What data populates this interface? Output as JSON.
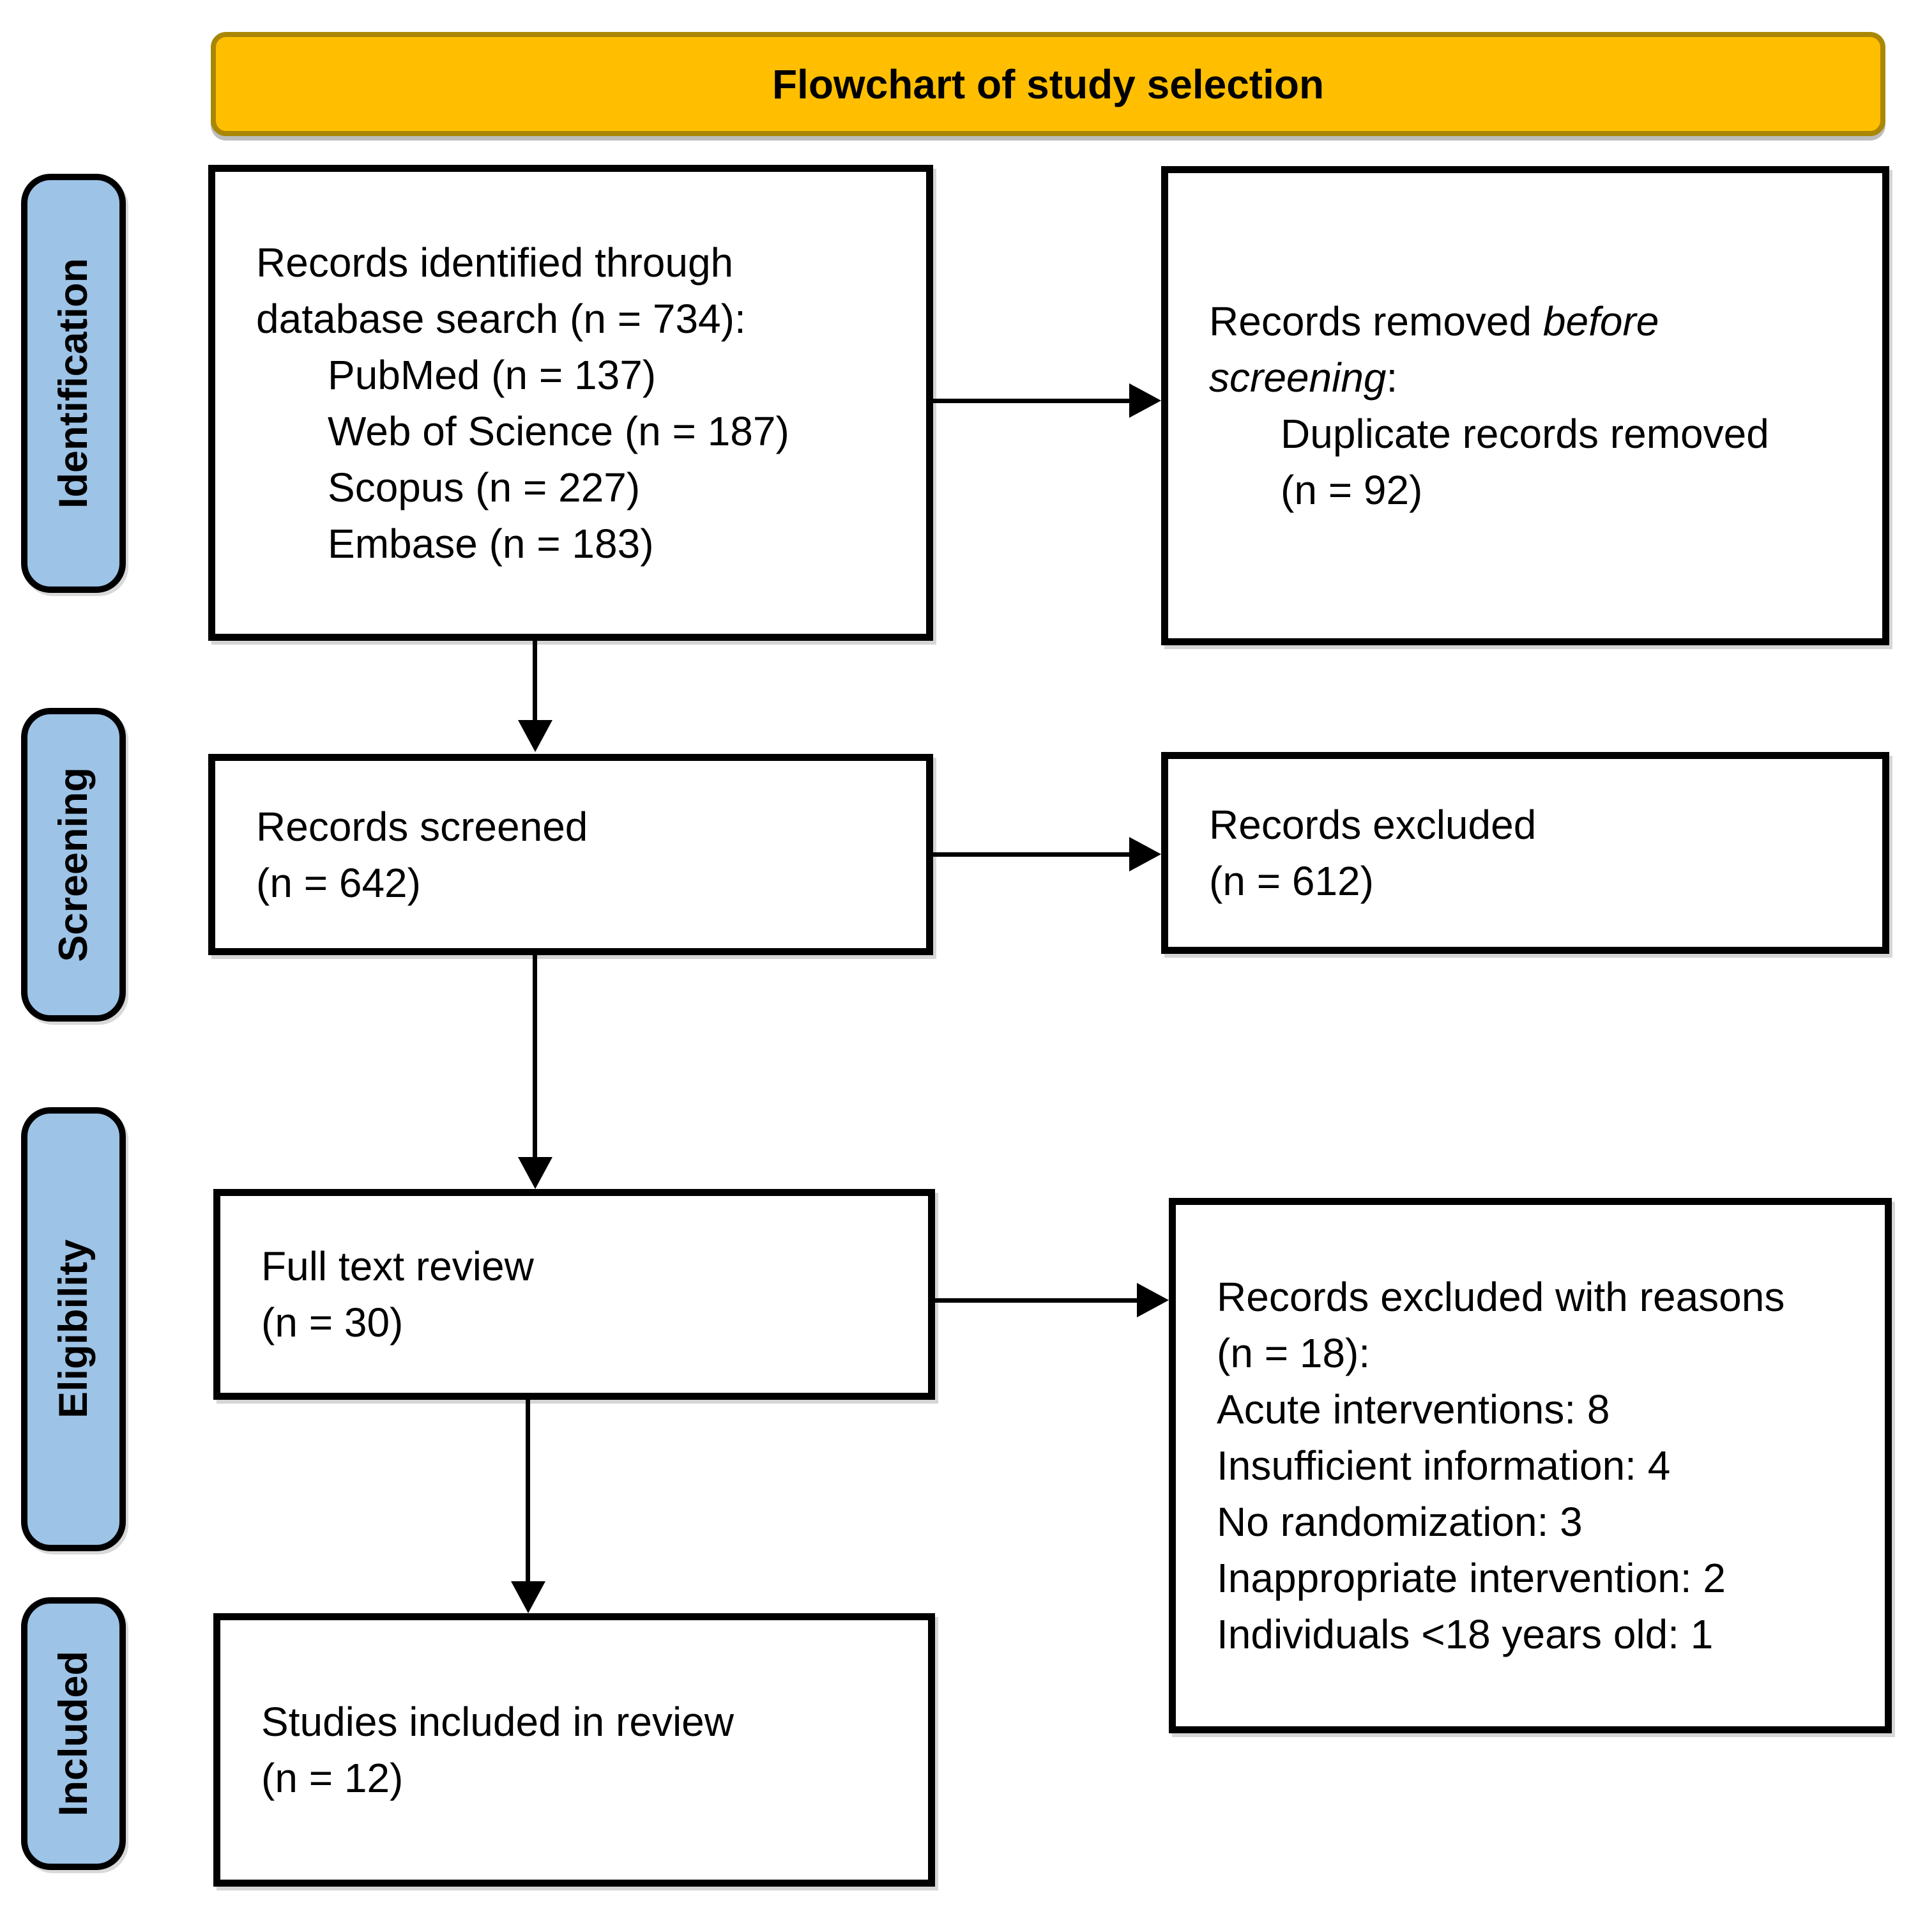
{
  "banner": {
    "title": "Flowchart of study selection"
  },
  "stages": [
    {
      "label": "Identification"
    },
    {
      "label": "Screening"
    },
    {
      "label": "Eligibility"
    },
    {
      "label": "Included"
    }
  ],
  "boxes": {
    "identified": {
      "line1": "Records identified through",
      "line2": "database search (n = 734):",
      "items": [
        "PubMed (n = 137)",
        "Web of Science (n = 187)",
        "Scopus (n = 227)",
        "Embase (n = 183)"
      ]
    },
    "removed": {
      "line1_text": "Records removed ",
      "line1_italic": "before",
      "line2_italic": "screening",
      "line2_text": ":",
      "item_line1": "Duplicate records removed",
      "item_line2": "(n = 92)"
    },
    "screened": {
      "line1": "Records screened",
      "line2": "(n = 642)"
    },
    "excluded": {
      "line1": "Records excluded",
      "line2": "(n = 612)"
    },
    "fulltext": {
      "line1": "Full text review",
      "line2": "(n = 30)"
    },
    "reasons": {
      "lines": [
        "Records excluded with reasons",
        "(n = 18):",
        "Acute interventions: 8",
        "Insufficient information: 4",
        "No randomization: 3",
        "Inappropriate intervention: 2",
        "Individuals <18 years old: 1"
      ]
    },
    "included_studies": {
      "line1": "Studies included in review",
      "line2": "(n = 12)"
    }
  },
  "colors": {
    "banner_fill": "#FFBF00",
    "banner_border": "#A98704",
    "stage_fill": "#9DC3E6",
    "stage_border": "#000000",
    "box_border": "#000000",
    "arrow": "#000000",
    "text": "#000000",
    "background": "#FFFFFF"
  }
}
